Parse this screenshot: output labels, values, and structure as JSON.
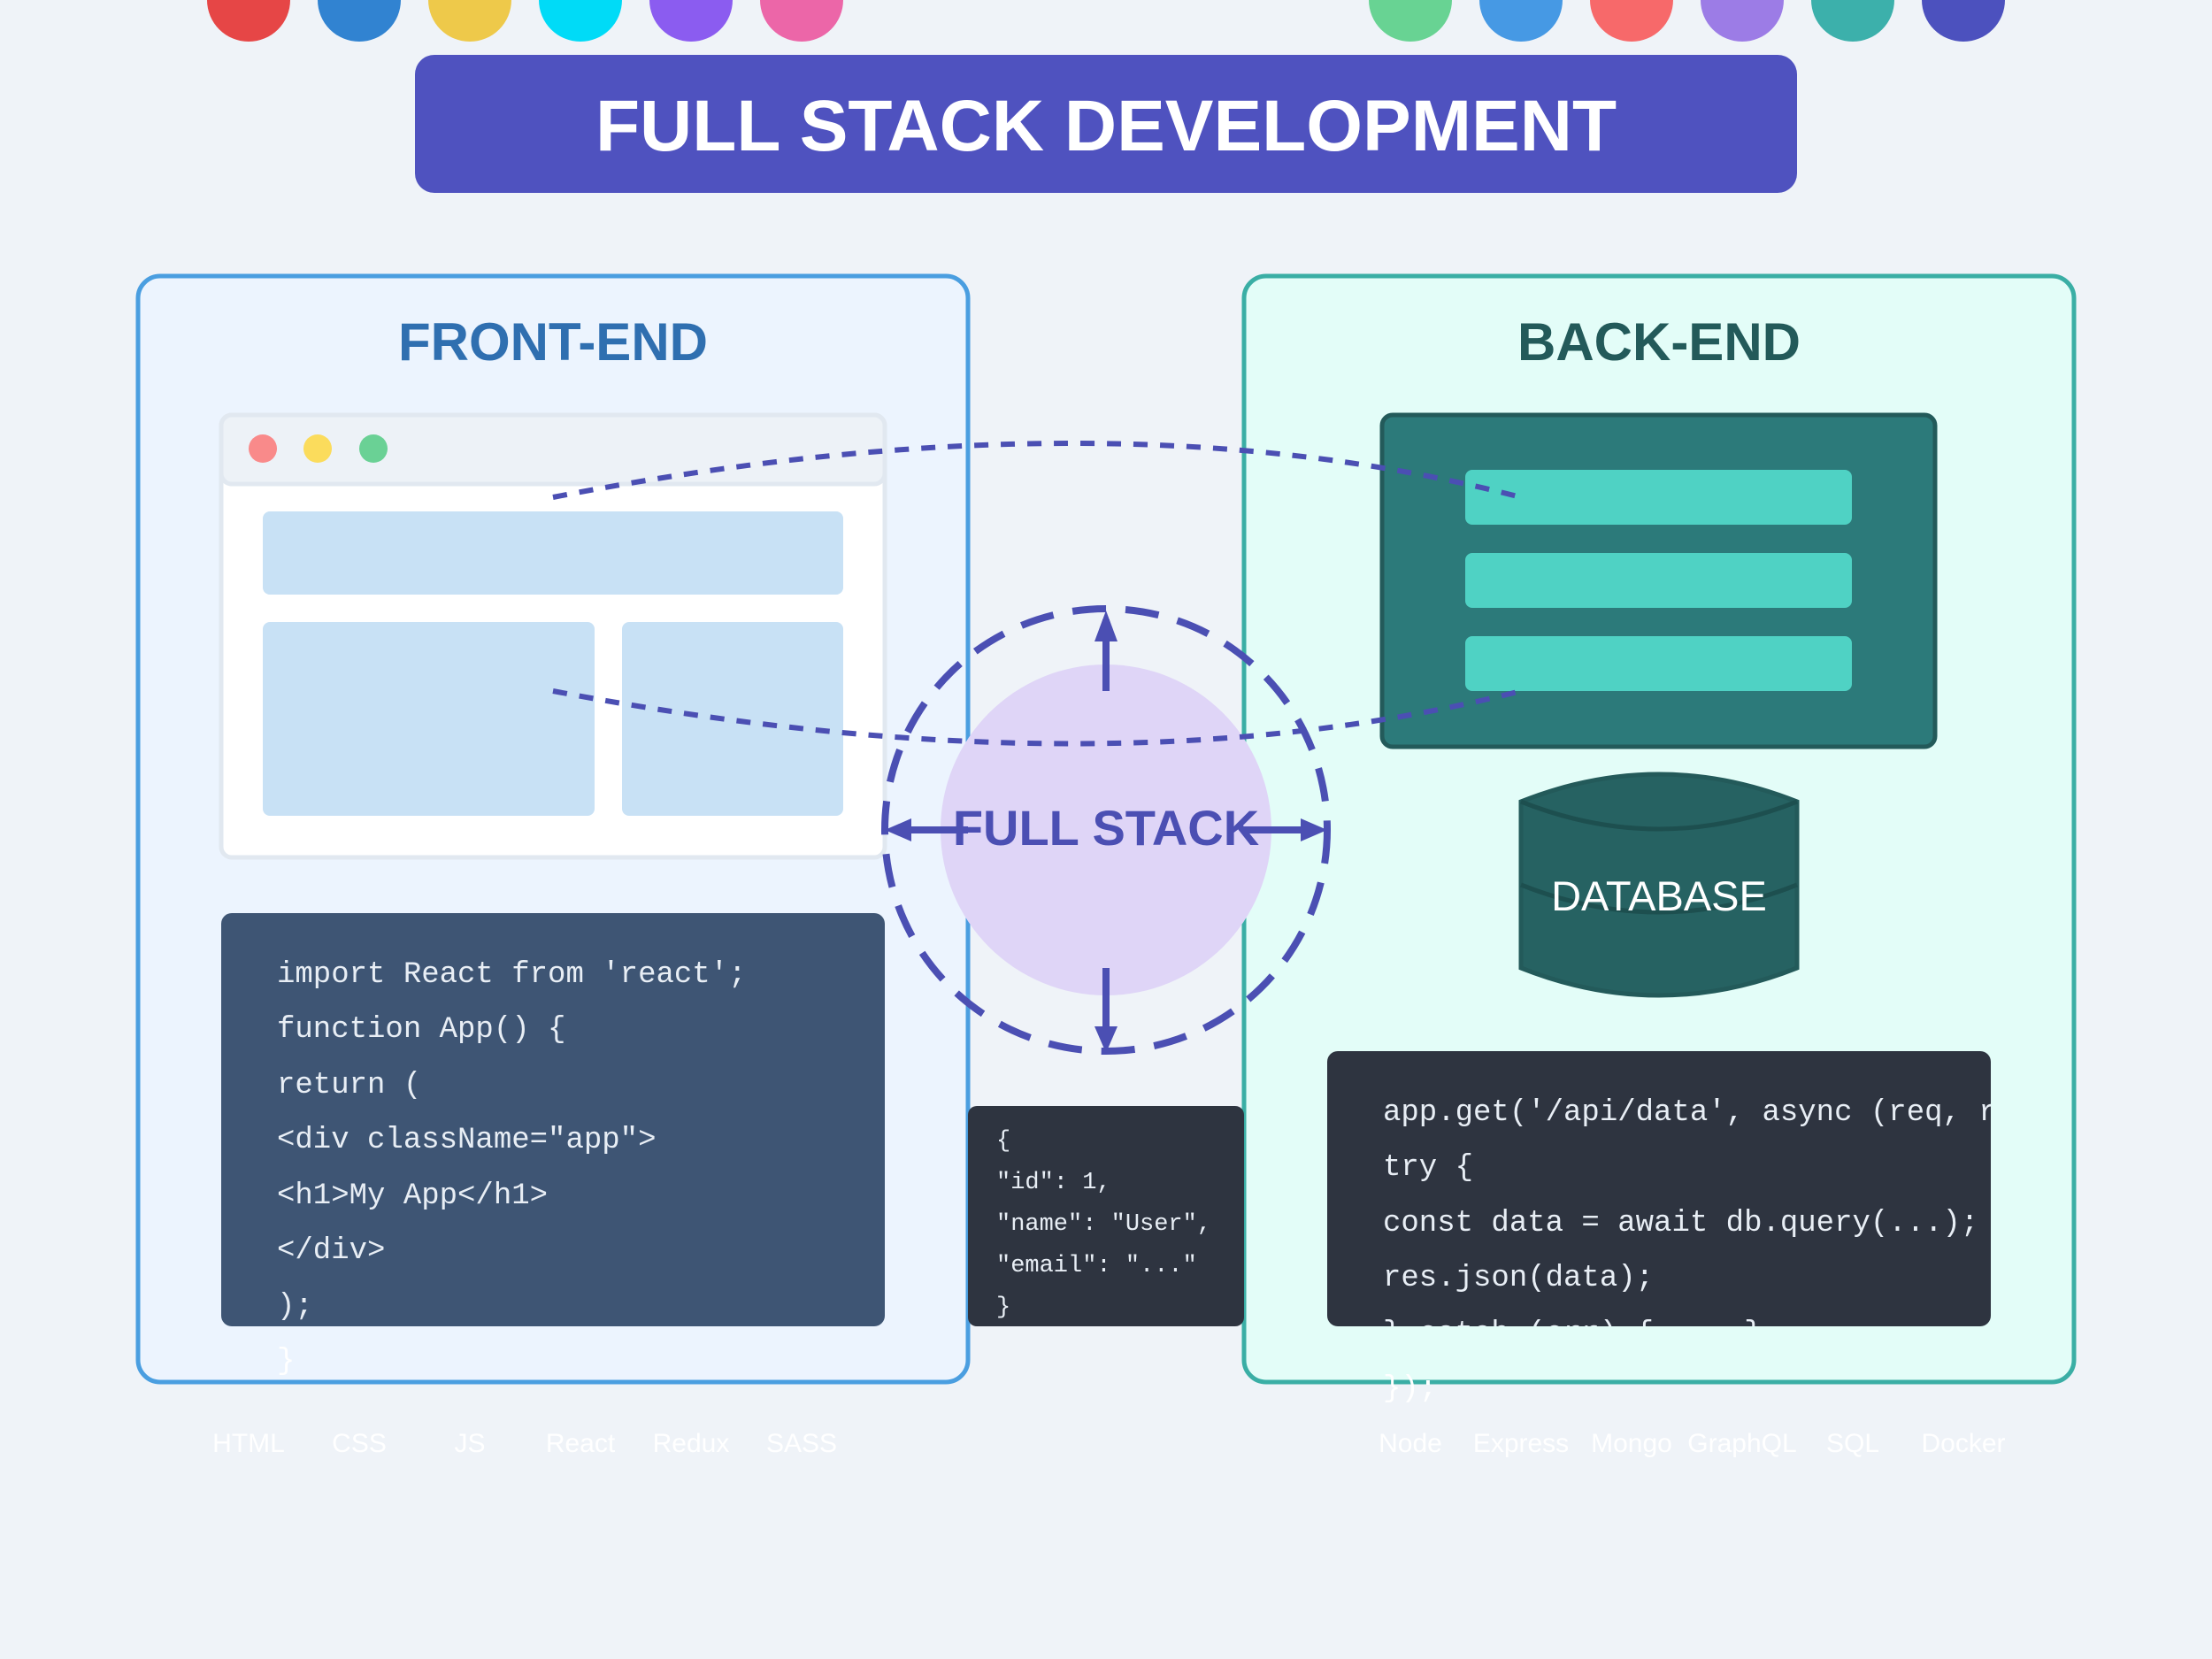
{
  "title": "FULL STACK DEVELOPMENT",
  "colors": {
    "background": "#eff3f8",
    "title_banner": "#4f52bf",
    "accent": "#4b4fb3",
    "frontend_border": "#4a9ee0",
    "frontend_title": "#2f6fb0",
    "frontend_panel": "#ecf4fe",
    "backend_border": "#3aaea5",
    "backend_title": "#235a5a",
    "backend_panel": "#e3fdf8",
    "server_box": "#2c7a7a",
    "server_bar": "#4fd2c4",
    "database": "#266262",
    "code_front": "#3e5574",
    "code_dark": "#2e3440",
    "hub_circle": "#dfd5f7"
  },
  "top_dots": {
    "left": [
      "#e64646",
      "#3183d1",
      "#eec94a",
      "#00dbf7",
      "#8b5cf0",
      "#ec66a8"
    ],
    "right": [
      "#68d393",
      "#4699e4",
      "#f7696a",
      "#9c7ce6",
      "#3cb0ab",
      "#4c51be"
    ]
  },
  "frontend": {
    "title": "FRONT-END",
    "browser_icon": "browser-window-icon",
    "window_buttons": [
      "#f98a8a",
      "#fbdc5c",
      "#6ad195"
    ],
    "code": [
      "import React from 'react';",
      "function App() {",
      "return (",
      "<div className=\"app\">",
      "<h1>My App</h1>",
      "</div>",
      ");",
      "}"
    ],
    "technologies": [
      "HTML",
      "CSS",
      "JS",
      "React",
      "Redux",
      "SASS"
    ]
  },
  "backend": {
    "title": "BACK-END",
    "server_icon": "server-icon",
    "database_label": "DATABASE",
    "code": [
      "app.get('/api/data', async (req, res) => {",
      "try {",
      "const data = await db.query(...);",
      "res.json(data);",
      "} catch (err) { ... }",
      "});"
    ],
    "technologies": [
      "Node",
      "Express",
      "Mongo",
      "GraphQL",
      "SQL",
      "Docker"
    ]
  },
  "center": {
    "label": "FULL STACK",
    "json_lines": [
      "{",
      "\"id\": 1,",
      "\"name\": \"User\",",
      "\"email\": \"...\"",
      "}"
    ]
  }
}
